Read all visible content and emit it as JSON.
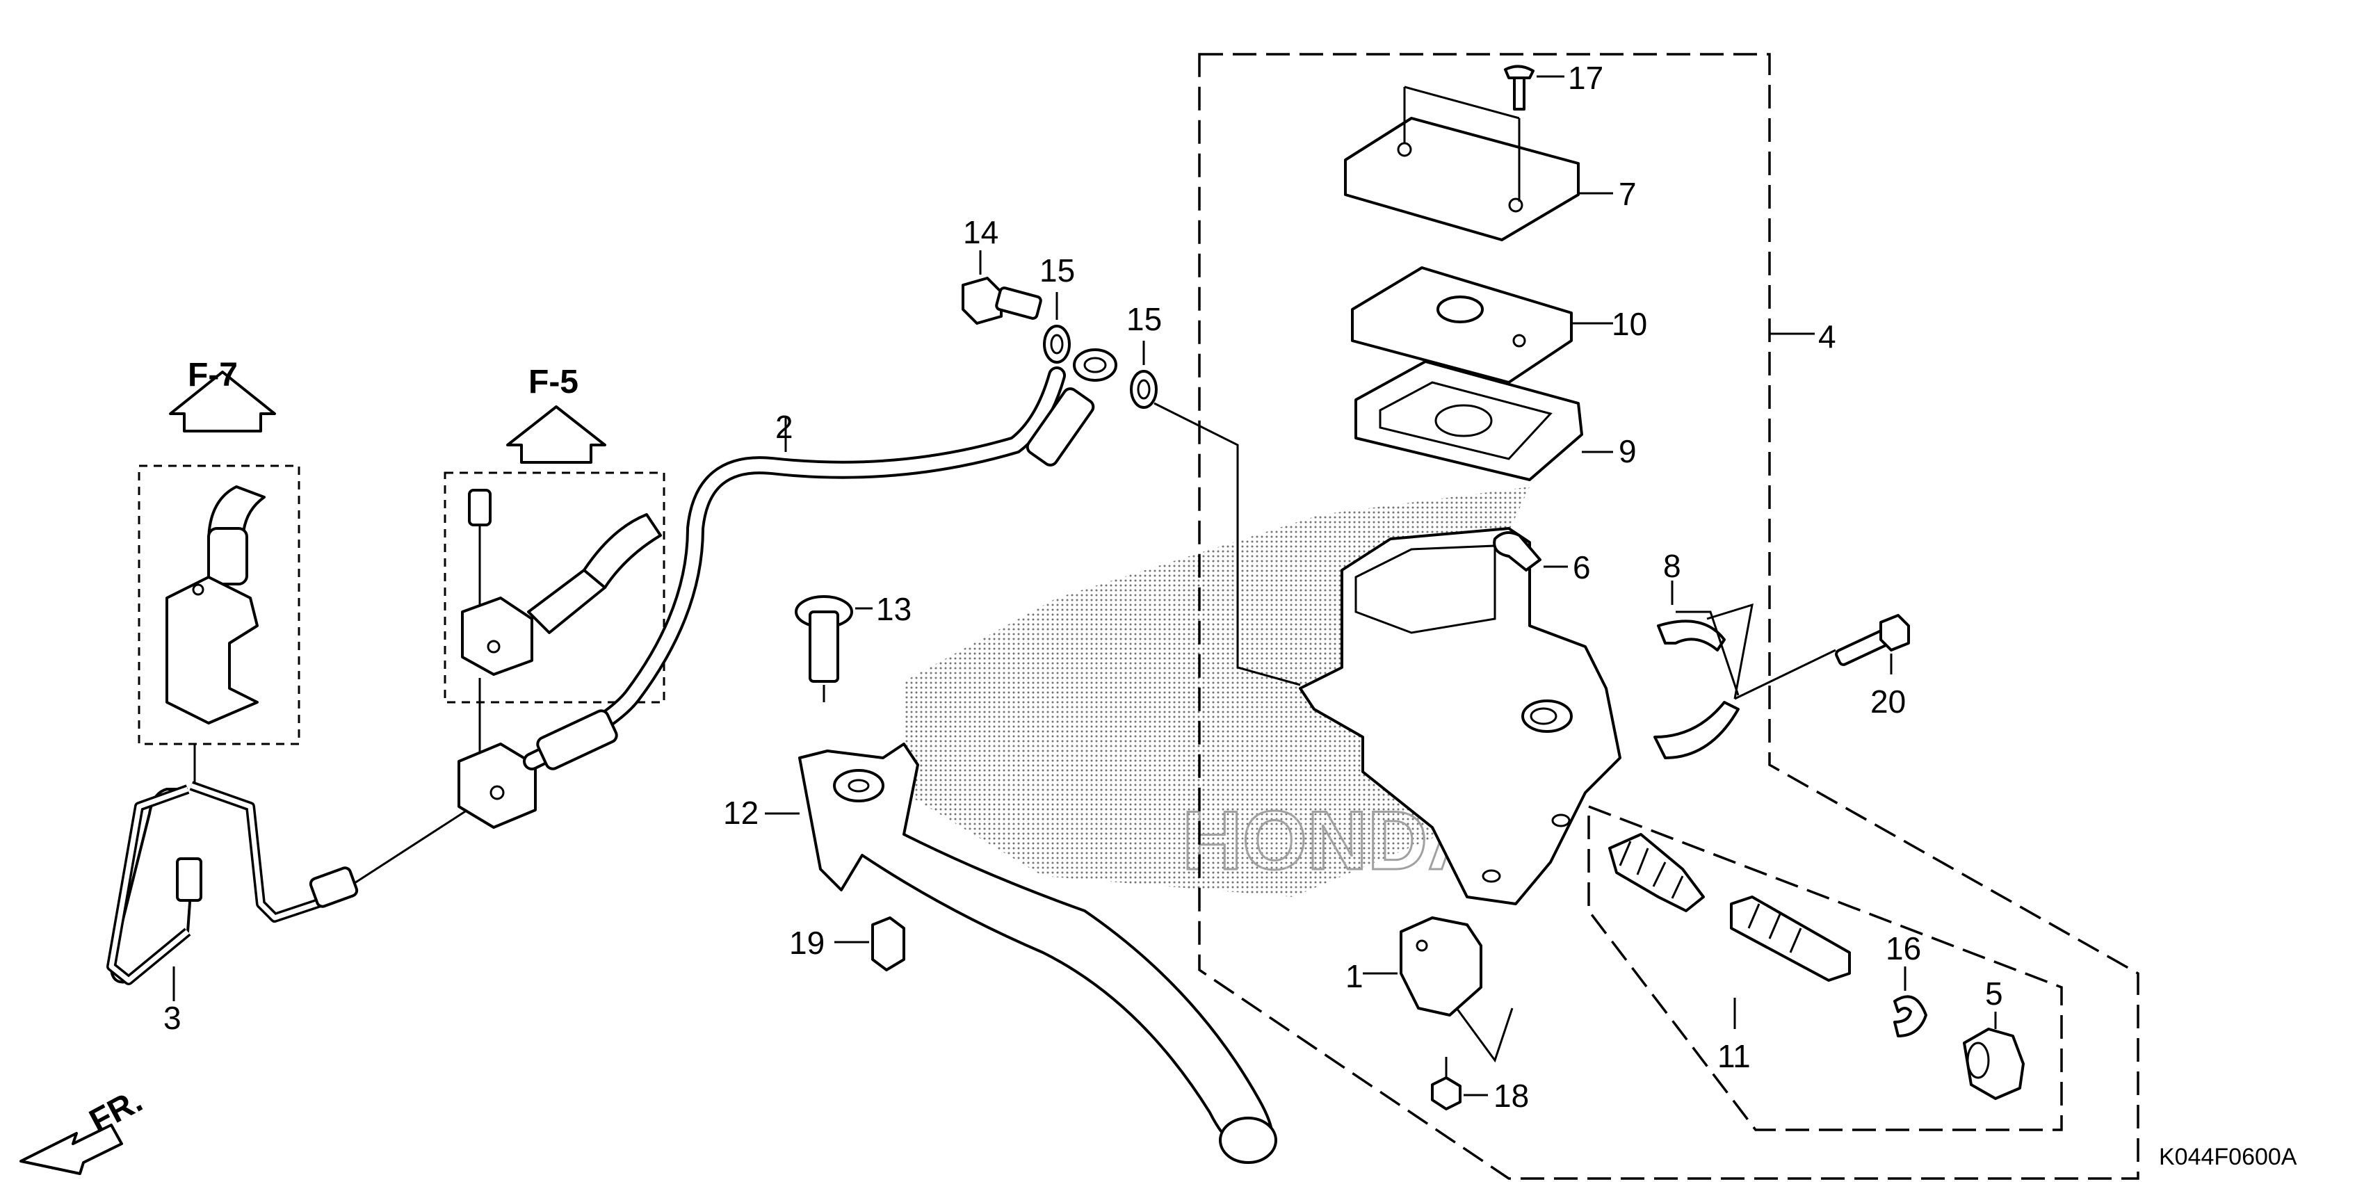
{
  "drawing_code": "K044F0600A",
  "front_marker": "FR.",
  "references": [
    {
      "label": "F-7"
    },
    {
      "label": "F-5"
    }
  ],
  "callouts": [
    "1",
    "2",
    "3",
    "4",
    "5",
    "6",
    "7",
    "8",
    "9",
    "10",
    "11",
    "12",
    "13",
    "14",
    "15",
    "15",
    "16",
    "17",
    "18",
    "19",
    "20"
  ],
  "watermark": "HONDA"
}
